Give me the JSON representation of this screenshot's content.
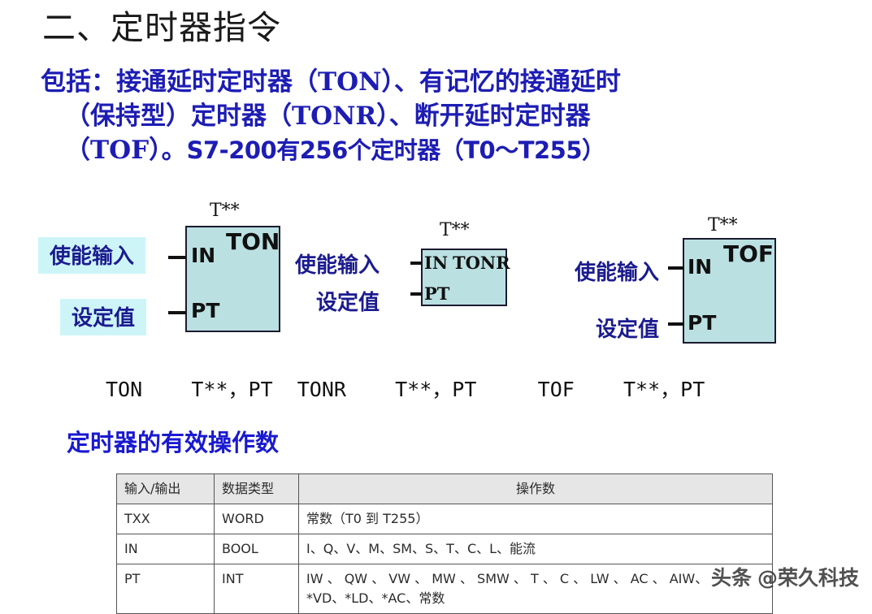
{
  "slide": {
    "title": "二、定时器指令",
    "intro_lines": [
      "包括：接通延时定时器（TON）、有记忆的接通延时",
      "（保持型）定时器（TONR）、断开延时定时器",
      "（TOF）。"
    ],
    "intro_emphasis": "S7-200有256个定时器（T0～T255）"
  },
  "blocks": [
    {
      "id": "ton",
      "tag": "T**",
      "name": "TON",
      "input_label": "IN",
      "preset_label": "PT",
      "enable_text": "使能输入",
      "preset_text": "设定值",
      "highlighted": true
    },
    {
      "id": "tonr",
      "tag": "T**",
      "name": "TONR",
      "input_label": "IN",
      "preset_label": "PT",
      "enable_text": "使能输入",
      "preset_text": "设定值",
      "highlighted": false
    },
    {
      "id": "tof",
      "tag": "T**",
      "name": "TOF",
      "input_label": "IN",
      "preset_label": "PT",
      "enable_text": "使能输入",
      "preset_text": "设定值",
      "highlighted": false
    }
  ],
  "mnemonics": "TON    T**，PT  TONR    T**，PT     TOF    T**，PT",
  "section_heading": "定时器的有效操作数",
  "table": {
    "headers": [
      "输入/输出",
      "数据类型",
      "操作数"
    ],
    "rows": [
      {
        "io": "TXX",
        "type": "WORD",
        "operands": "常数（T0 到 T255）"
      },
      {
        "io": "IN",
        "type": "BOOL",
        "operands": "I、Q、V、M、SM、S、T、C、L、能流"
      },
      {
        "io": "PT",
        "type": "INT",
        "operands": "IW 、 QW 、 VW 、 MW 、 SMW 、 T 、 C 、 LW 、 AC 、 AIW、\n*VD、*LD、*AC、常数"
      }
    ]
  },
  "watermark": {
    "platform": "头条",
    "handle": "@荣久科技"
  },
  "colors": {
    "title_text": "#1a1a1a",
    "intro_text": "#1d1db4",
    "block_fill": "#bbe0e2",
    "block_border": "#1b1b2e",
    "label_text": "#1b1b8f",
    "label_highlight": "#cdf5f7",
    "heading_text": "#1a1ad0",
    "table_header_bg": "#e6e6e6"
  }
}
